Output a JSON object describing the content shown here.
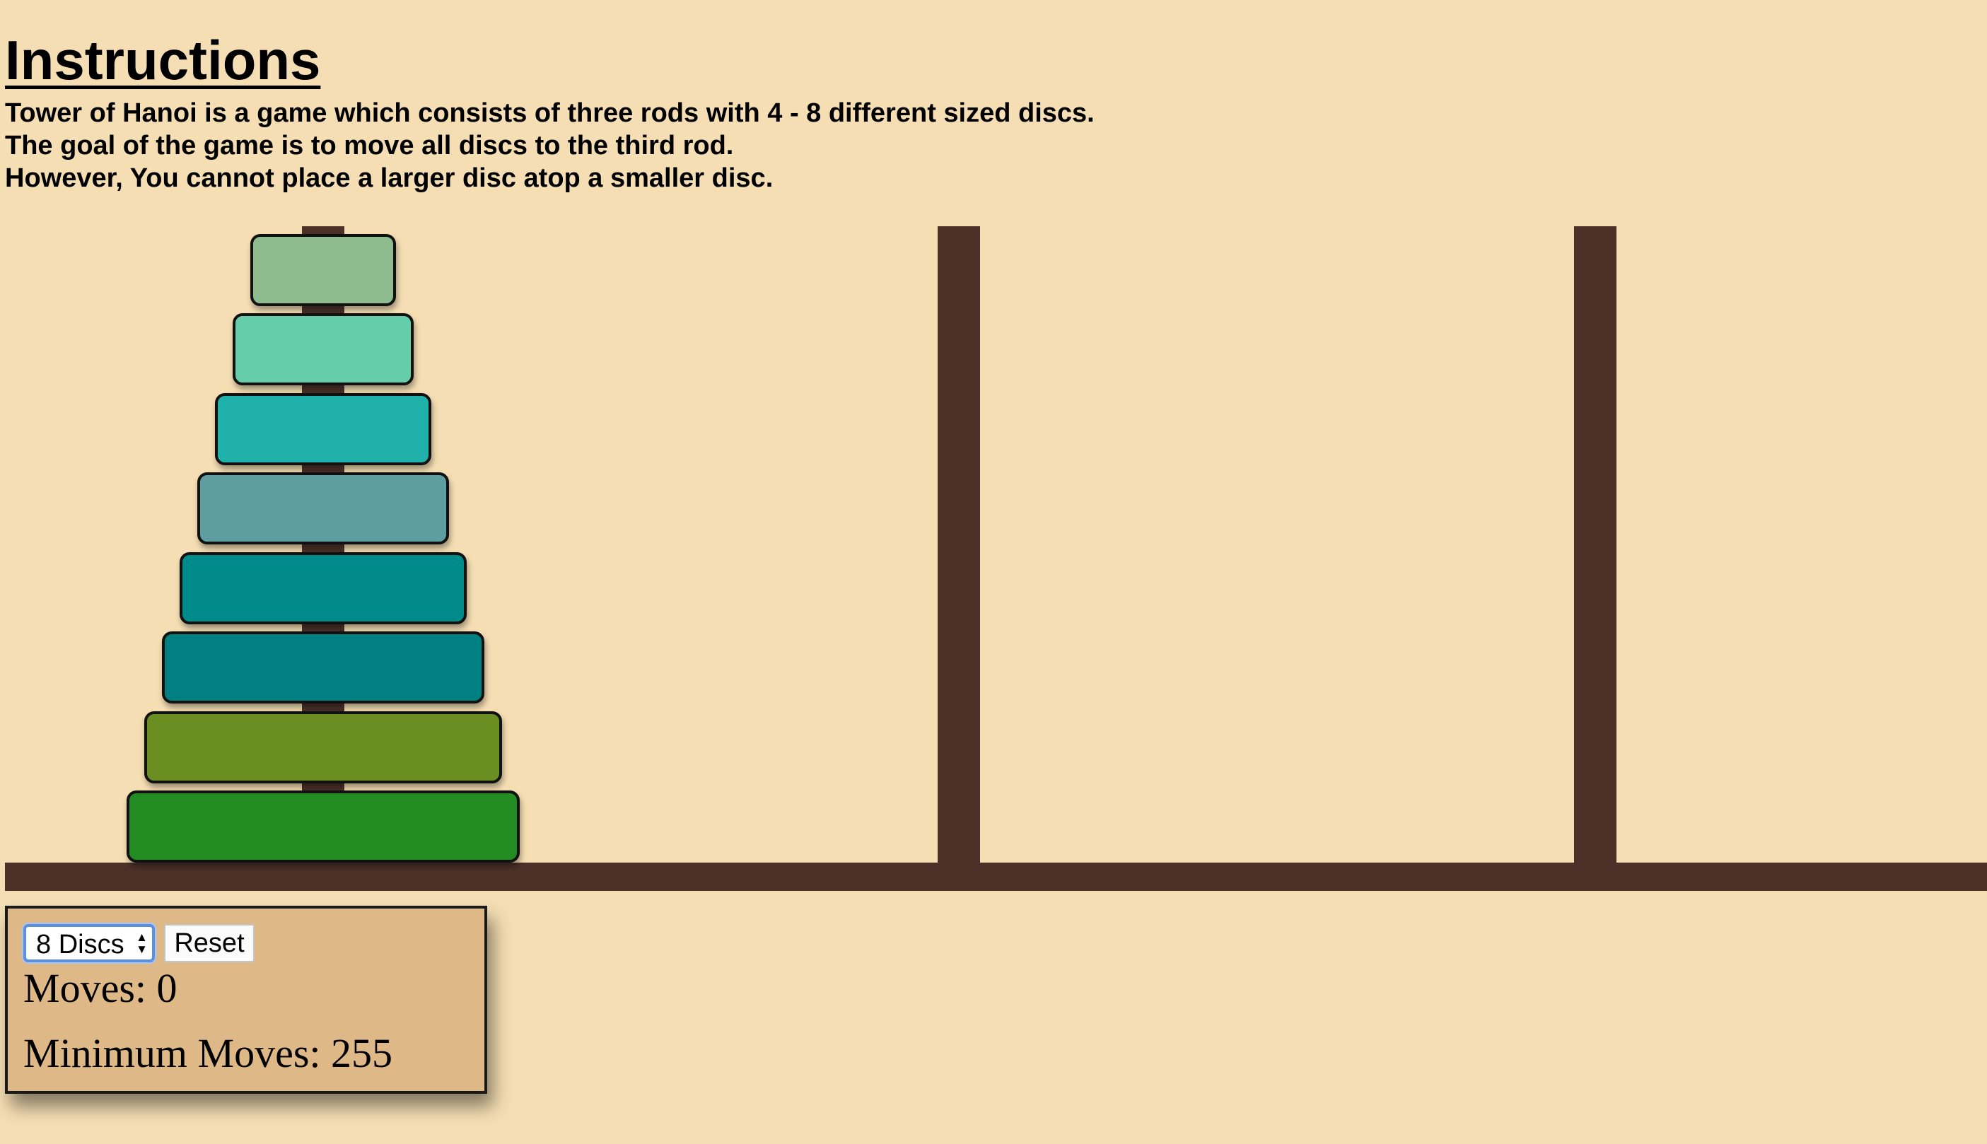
{
  "title": "Instructions",
  "instructions": [
    "Tower of Hanoi is a game which consists of three rods with 4 - 8 different sized discs.",
    "The goal of the game is to move all discs to the third rod.",
    "However, You cannot place a larger disc atop a smaller disc."
  ],
  "colors": {
    "background": "#f5deb3",
    "rod": "#4b3128",
    "panel": "#deb887"
  },
  "rods": [
    {
      "discs": [
        8,
        7,
        6,
        5,
        4,
        3,
        2,
        1
      ]
    },
    {
      "discs": []
    },
    {
      "discs": []
    }
  ],
  "disc_colors": {
    "1": "#8fbc8f",
    "2": "#66cdaa",
    "3": "#20b2aa",
    "4": "#5f9ea0",
    "5": "#008b8b",
    "6": "#008080",
    "7": "#6b8e23",
    "8": "#228b22"
  },
  "controls": {
    "disc_select": {
      "selected": "8 Discs",
      "arrows_icon": "up-down-arrows-icon"
    },
    "reset_label": "Reset",
    "moves_text": "Moves: 0",
    "min_moves_text": "Minimum Moves: 255"
  }
}
